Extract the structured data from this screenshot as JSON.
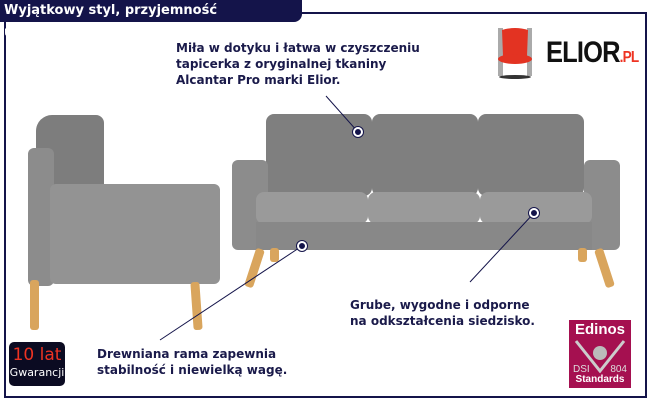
{
  "header": {
    "title": "Wyjątkowy styl, przyjemność użytkowania!"
  },
  "logo": {
    "brand": "ELIOR",
    "suffix": ".PL"
  },
  "notes": {
    "upholstery": [
      "Miła w dotyku i łatwa w czyszczeniu",
      "tapicerka z oryginalnej tkaniny",
      "Alcantar Pro marki Elior."
    ],
    "seat": [
      "Grube, wygodne i odporne",
      "na odkształcenia siedzisko."
    ],
    "frame": [
      "Drewniana rama zapewnia",
      "stabilność i niewielką wagę."
    ]
  },
  "warranty": {
    "years": "10 lat",
    "label": "Gwarancji"
  },
  "certificate": {
    "name": "Edinos",
    "left": "DSI",
    "right": "804",
    "bottom": "Standards"
  },
  "colors": {
    "navy": "#14144a",
    "fabric": "#8c8c8c",
    "wood": "#d9a55d",
    "cert": "#a51050",
    "logo_red": "#e33322"
  }
}
